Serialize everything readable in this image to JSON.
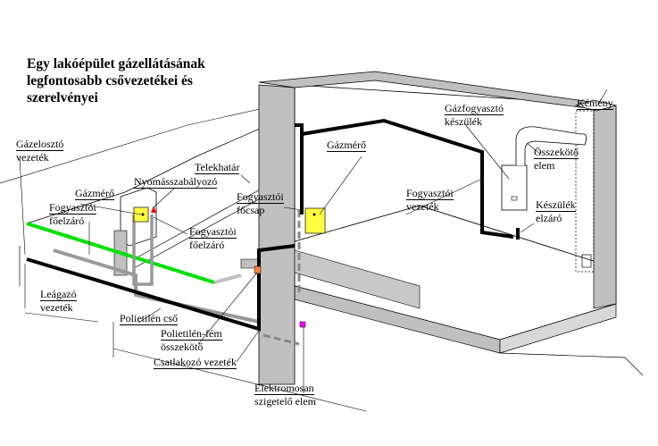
{
  "title_lines": [
    "Egy lakóépület gázellátásának",
    "legfontosabb csővezetékei és",
    "szerelvényei"
  ],
  "labels": {
    "kemeny": "Kémény",
    "gazfogyaszto_1": "Gázfogyasztó",
    "gazfogyaszto_2": "készülék",
    "gazmero_right": "Gázmérő",
    "osszekoto_1": "Összekötő",
    "osszekoto_2": "elem",
    "gazeloszto_1": "Gázelosztó",
    "gazeloszto_2": "vezeték",
    "telekhatar": "Telekhatár",
    "nyomasszabalyozo": "Nyomásszabályozó",
    "gazmero_left": "Gázmérő",
    "focsap_1": "Fogyasztói",
    "focsap_2": "főcsap",
    "foelzaro_left_1": "Fogyasztói",
    "foelzaro_left_2": "főelzáró",
    "fogy_vezetek_1": "Fogyasztói",
    "fogy_vezetek_2": "vezeték",
    "keszulek_elzaro_1": "Készülék",
    "keszulek_elzaro_2": "elzáró",
    "foelzaro_right_1": "Fogyasztói",
    "foelzaro_right_2": "főelzáró",
    "leagazo_1": "Leágazó",
    "leagazo_2": "vezeték",
    "polietilen_cso": "Polietilén cső",
    "pe_fem_1": "Polietilén-fém",
    "pe_fem_2": "összekötő",
    "csatlakozo": "Csatlakozó vezeték",
    "elektro_1": "Elektromosan",
    "elektro_2": "szigetelő elem"
  },
  "colors": {
    "gas_main": "#00e000",
    "pipe": "#000000",
    "wall": "#c0c0c0",
    "meter": "#ffff40",
    "regulator": "#ff0000",
    "pe_metal_joint": "#ff8040",
    "insulating_joint": "#ff00ff"
  }
}
